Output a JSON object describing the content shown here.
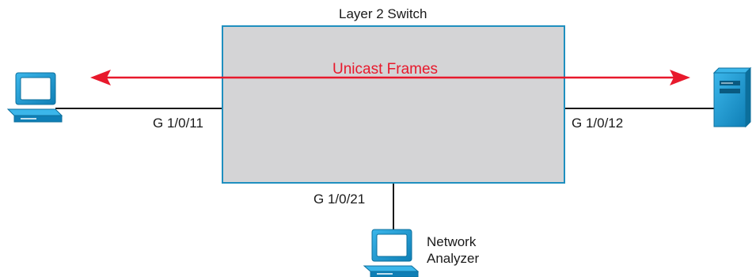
{
  "switch": {
    "title": "Layer 2 Switch",
    "fill_color": "#d4d4d6",
    "border_color": "#1f8fbf"
  },
  "flow": {
    "label": "Unicast Frames",
    "color": "#e8192c"
  },
  "ports": {
    "left": "G 1/0/11",
    "right": "G 1/0/12",
    "bottom": "G 1/0/21"
  },
  "devices": {
    "left": {
      "icon": "workstation-icon"
    },
    "right": {
      "icon": "server-tower-icon"
    },
    "bottom": {
      "icon": "workstation-icon",
      "label_line1": "Network",
      "label_line2": "Analyzer"
    }
  },
  "colors": {
    "device_blue": "#1aa0dc",
    "device_dark": "#0c6f9c",
    "link": "#1a1a1a"
  }
}
